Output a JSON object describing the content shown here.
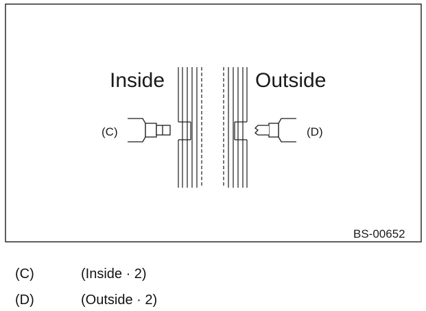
{
  "figure": {
    "label_inside": "Inside",
    "label_outside": "Outside",
    "callout_c": "(C)",
    "callout_d": "(D)",
    "figure_code": "BS-00652"
  },
  "legend": [
    {
      "key": "(C)",
      "text": "(Inside · 2)"
    },
    {
      "key": "(D)",
      "text": "(Outside · 2)"
    }
  ],
  "colors": {
    "line": "#1a1a1a",
    "background": "#ffffff"
  }
}
